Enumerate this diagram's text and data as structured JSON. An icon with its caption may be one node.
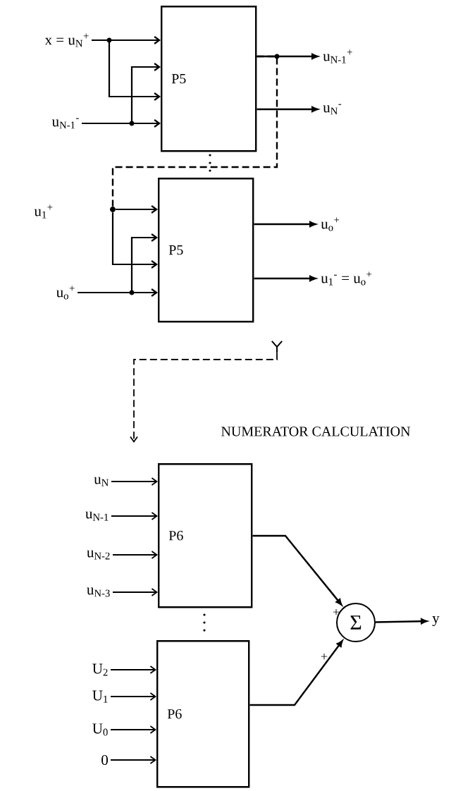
{
  "diagram": {
    "nodes": [
      {
        "text": [
          "P5"
        ]
      },
      {
        "text": [
          "x = u$_{N}$$^{+}$"
        ]
      },
      {
        "text": [
          "u$_{N-1}$$^{-}$"
        ]
      },
      {
        "text": [
          "u$_{N-1}$$^{+}$"
        ]
      },
      {
        "text": [
          "u$_{N}$$^{-}$"
        ]
      },
      {
        "text": [
          "P5"
        ]
      },
      {
        "text": [],
        "shape": "circle"
      },
      {
        "text": [
          "u$_{o}$$^{+}$"
        ]
      },
      {
        "text": [
          "u$_{o}$$^{+}$"
        ]
      },
      {
        "text": [
          "u$_{1}$$^{-}$ = u$_{o}$$^{+}$"
        ]
      },
      {
        "text": [],
        "shape": "fork"
      },
      {
        "text": [
          "P6"
        ]
      },
      {
        "text": [
          "u$_{N}$"
        ]
      },
      {
        "text": [
          "u$_{N-1}$"
        ]
      },
      {
        "text": [
          "u$_{N-2}$"
        ]
      },
      {
        "text": [
          "u$_{N-3}$"
        ]
      },
      {
        "text": [
          "P6"
        ]
      },
      {
        "text": [
          "U$_{2}$"
        ]
      },
      {
        "text": [
          "U$_{1}$"
        ]
      },
      {
        "text": [
          "U$_{0}$"
        ]
      },
      {
        "text": [
          "0"
        ]
      },
      {
        "text": [
          "Σ"
        ]
      },
      {
        "text": [
          "y"
        ]
      }
    ],
    "edges": [
      {
        "from": 1,
        "to": 0,
        "arrow": "to"
      },
      {
        "from": 1,
        "to": 0,
        "arrow": "to"
      },
      {
        "from": 2,
        "to": 0,
        "arrow": "to"
      },
      {
        "from": 2,
        "to": 0,
        "arrow": "to"
      },
      {
        "from": 0,
        "to": 3,
        "arrow": "to"
      },
      {
        "from": 0,
        "to": 4,
        "arrow": "to"
      },
      {
        "from": 0,
        "to": 6,
        "arrow": "none",
        "style": "dashed"
      },
      {
        "from": 6,
        "to": 5,
        "arrow": "to"
      },
      {
        "from": 6,
        "to": 5,
        "arrow": "to"
      },
      {
        "from": 7,
        "to": 5,
        "arrow": "to"
      },
      {
        "from": 7,
        "to": 5,
        "arrow": "to"
      },
      {
        "from": 5,
        "to": 8,
        "arrow": "to"
      },
      {
        "from": 5,
        "to": 9,
        "arrow": "to"
      },
      {
        "from": 10,
        "to": null,
        "arrow": "to",
        "style": "dashed"
      },
      {
        "from": 12,
        "to": 11,
        "arrow": "to"
      },
      {
        "from": 13,
        "to": 11,
        "arrow": "to"
      },
      {
        "from": 14,
        "to": 11,
        "arrow": "to"
      },
      {
        "from": 15,
        "to": 11,
        "arrow": "to"
      },
      {
        "from": 11,
        "to": 21,
        "arrow": "to"
      },
      {
        "from": 16,
        "to": 21,
        "arrow": "to"
      },
      {
        "from": 17,
        "to": 16,
        "arrow": "to"
      },
      {
        "from": 18,
        "to": 16,
        "arrow": "to"
      },
      {
        "from": 19,
        "to": 16,
        "arrow": "to"
      },
      {
        "from": 20,
        "to": 16,
        "arrow": "to"
      },
      {
        "from": 21,
        "to": 22,
        "arrow": "to"
      }
    ],
    "labels": [
      "u$_{1}$$^{+}$",
      "NUMERATOR CALCULATION",
      "+",
      "+"
    ]
  }
}
